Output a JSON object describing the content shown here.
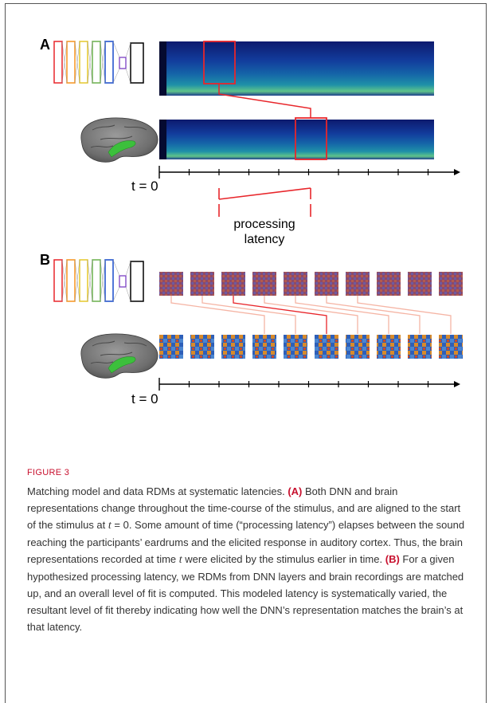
{
  "figure": {
    "panel_a_label": "A",
    "panel_b_label": "B",
    "t0_label": "t = 0",
    "latency_line1": "processing",
    "latency_line2": "latency",
    "rdm_count": 10,
    "tick_count": 10,
    "colors": {
      "highlight": "#e8262b",
      "link_light": "#f5b5a5",
      "brain_region": "#3cc03c",
      "figure_label": "#c8102e"
    },
    "layer_colors": [
      "#e8262b",
      "#f7941d",
      "#e5c82a",
      "#6ab04c",
      "#2aa198",
      "#3b5bdb",
      "#7b3fc4",
      "#000000"
    ]
  },
  "caption": {
    "figure_label": "FIGURE 3",
    "title": "Matching model and data RDMs at systematic latencies.",
    "a_label": "(A)",
    "a_text_1": "Both DNN and brain representations change throughout the time-course of the stimulus, and are aligned to the start of the stimulus at ",
    "a_t": "t",
    "a_text_2": " = 0. Some amount of time (“processing latency”) elapses between the sound reaching the participants’ eardrums and the elicited response in auditory cortex. Thus, the brain representations recorded at time ",
    "a_t2": "t",
    "a_text_3": " were elicited by the stimulus earlier in time.",
    "b_label": "(B)",
    "b_text": "For a given hypothesized processing latency, we RDMs from DNN layers and brain recordings are matched up, and an overall level of fit is computed. This modeled latency is systematically varied, the resultant level of fit thereby indicating how well the DNN’s representation matches the brain’s at that latency."
  }
}
